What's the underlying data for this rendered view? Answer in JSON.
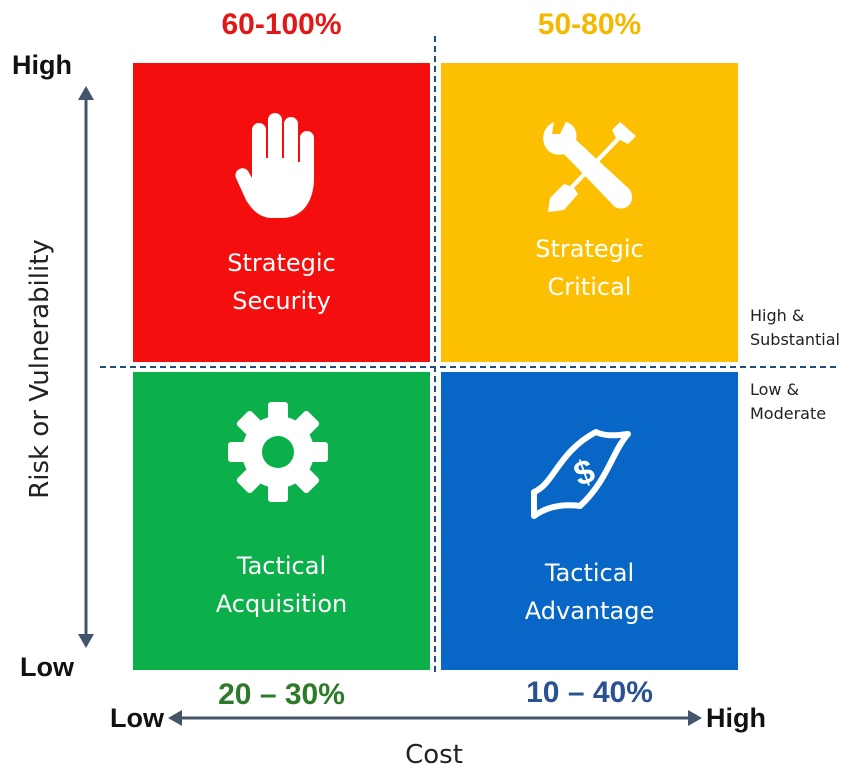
{
  "quadrants": {
    "top_left": {
      "line1": "Strategic",
      "line2": "Security",
      "percent": "60-100%",
      "color": "#f40e0e",
      "percent_color": "#e21818",
      "icon": "hand-icon"
    },
    "top_right": {
      "line1": "Strategic",
      "line2": "Critical",
      "percent": "50-80%",
      "color": "#fcbf02",
      "percent_color": "#f5b800",
      "icon": "tools-icon"
    },
    "bottom_left": {
      "line1": "Tactical",
      "line2": "Acquisition",
      "percent": "20 – 30%",
      "color": "#0bb04b",
      "percent_color": "#2d7a2a",
      "icon": "gear-icon"
    },
    "bottom_right": {
      "line1": "Tactical",
      "line2": "Advantage",
      "percent": "10 – 40%",
      "color": "#0866c6",
      "percent_color": "#2a5293",
      "icon": "money-icon"
    }
  },
  "y_axis": {
    "title": "Risk or Vulnerability",
    "high": "High",
    "low": "Low"
  },
  "x_axis": {
    "title": "Cost",
    "low": "Low",
    "high": "High"
  },
  "side_notes": {
    "upper": {
      "line1": "High &",
      "line2": "Substantial"
    },
    "lower": {
      "line1": "Low &",
      "line2": "Moderate"
    }
  },
  "colors": {
    "axis_arrow": "#44546a",
    "divider": "#1f4e79"
  }
}
